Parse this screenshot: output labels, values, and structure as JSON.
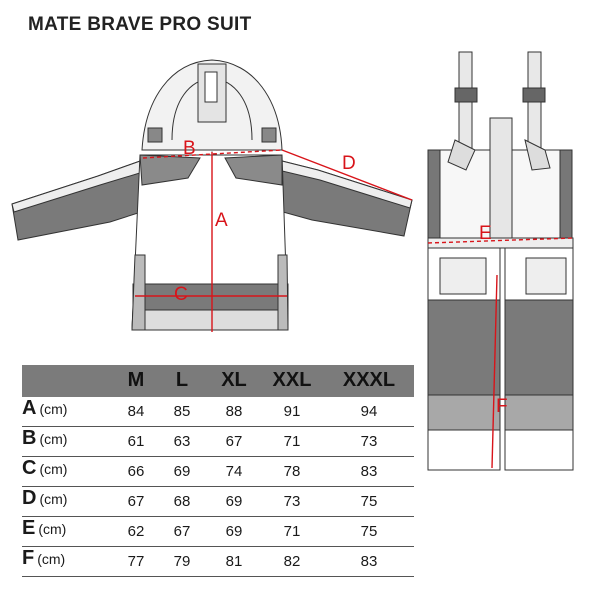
{
  "title": "MATE BRAVE PRO SUIT",
  "dimension_letters": [
    "A",
    "B",
    "C",
    "D",
    "E",
    "F"
  ],
  "table": {
    "sizes": [
      "M",
      "L",
      "XL",
      "XXL",
      "XXXL"
    ],
    "unit": "(cm)",
    "rows": [
      {
        "label": "A",
        "values": [
          "84",
          "85",
          "88",
          "91",
          "94"
        ]
      },
      {
        "label": "B",
        "values": [
          "61",
          "63",
          "67",
          "71",
          "73"
        ]
      },
      {
        "label": "C",
        "values": [
          "66",
          "69",
          "74",
          "78",
          "83"
        ]
      },
      {
        "label": "D",
        "values": [
          "67",
          "68",
          "69",
          "73",
          "75"
        ]
      },
      {
        "label": "E",
        "values": [
          "62",
          "67",
          "69",
          "71",
          "75"
        ]
      },
      {
        "label": "F",
        "values": [
          "77",
          "79",
          "81",
          "82",
          "83"
        ]
      }
    ]
  }
}
